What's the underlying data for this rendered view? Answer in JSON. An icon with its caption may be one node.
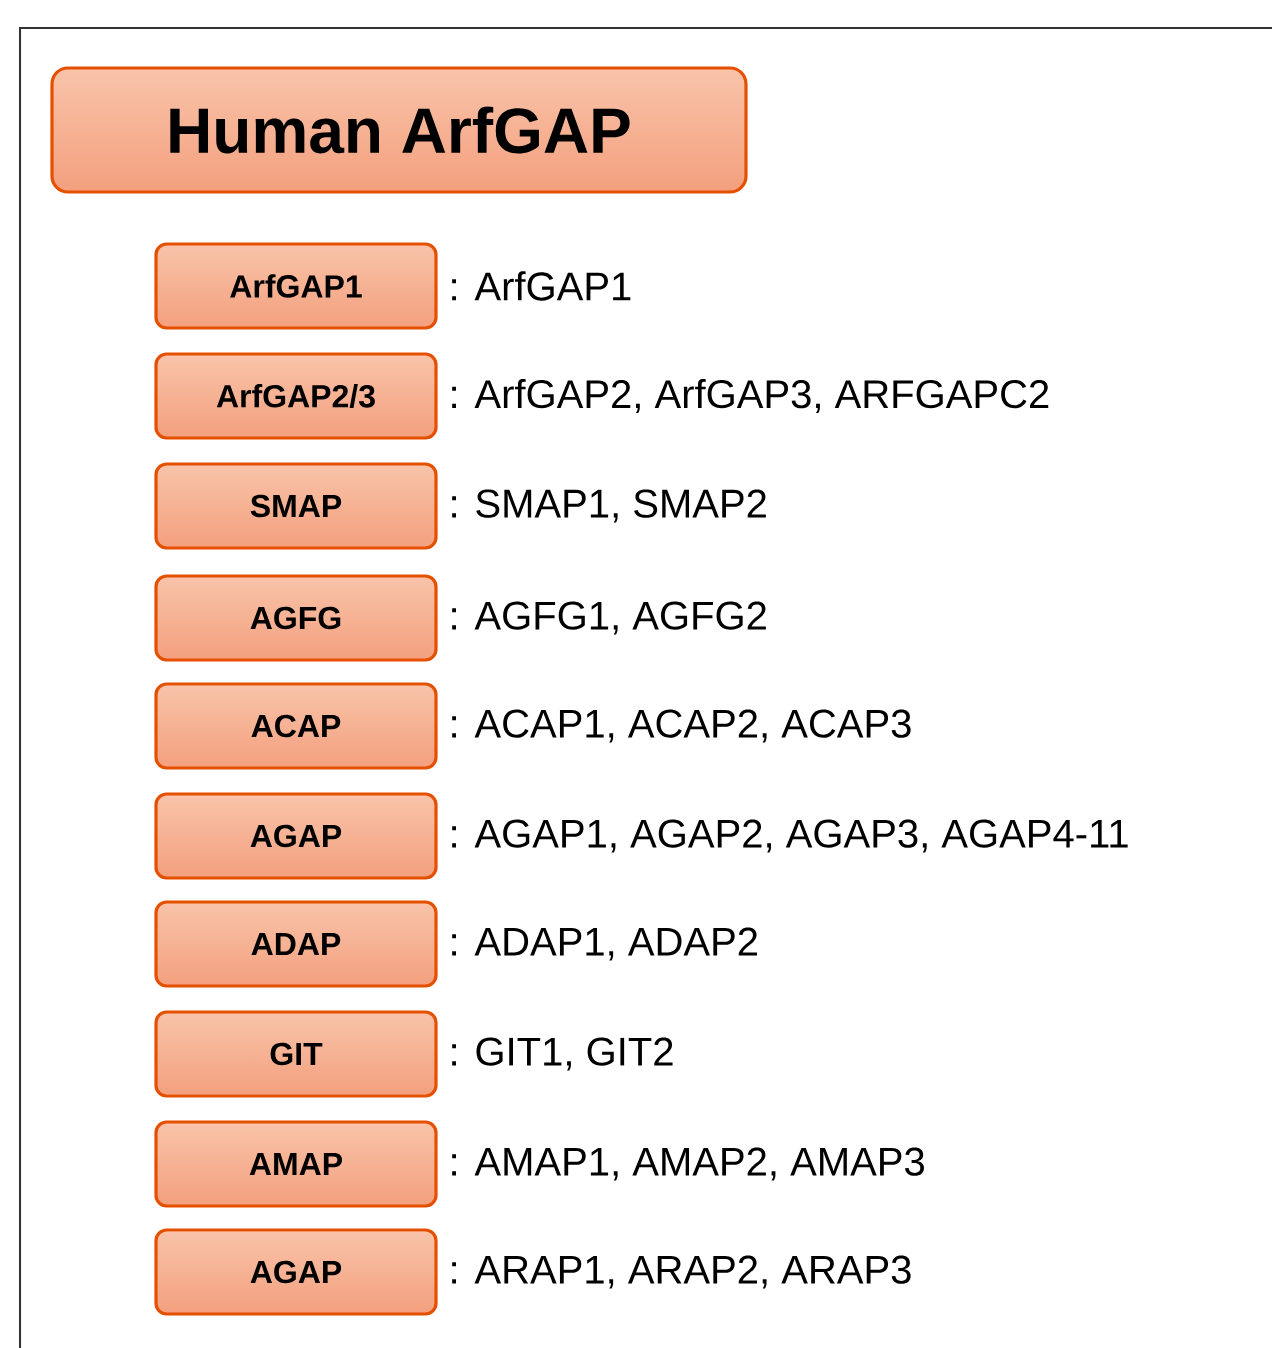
{
  "diagram": {
    "nodes": [
      {
        "text": [
          "Human ArfGAP"
        ]
      },
      {
        "text": [
          "ArfGAP1"
        ],
        "beside": [
          ": ArfGAP1"
        ]
      },
      {
        "text": [
          "ArfGAP2/3"
        ],
        "beside": [
          ": ArfGAP2, ArfGAP3, ARFGAPC2"
        ]
      },
      {
        "text": [
          "SMAP"
        ],
        "beside": [
          ": SMAP1, SMAP2"
        ]
      },
      {
        "text": [
          "AGFG"
        ],
        "beside": [
          ": AGFG1, AGFG2"
        ]
      },
      {
        "text": [
          "ACAP"
        ],
        "beside": [
          ": ACAP1, ACAP2, ACAP3"
        ]
      },
      {
        "text": [
          "AGAP"
        ],
        "beside": [
          ": AGAP1, AGAP2, AGAP3, AGAP4-11"
        ]
      },
      {
        "text": [
          "ADAP"
        ],
        "beside": [
          ": ADAP1, ADAP2"
        ]
      },
      {
        "text": [
          "GIT"
        ],
        "beside": [
          ": GIT1, GIT2"
        ]
      },
      {
        "text": [
          "AMAP"
        ],
        "beside": [
          ": AMAP1, AMAP2, AMAP3"
        ]
      },
      {
        "text": [
          "AGAP"
        ],
        "beside": [
          ": ARAP1, ARAP2, ARAP3"
        ]
      }
    ]
  }
}
